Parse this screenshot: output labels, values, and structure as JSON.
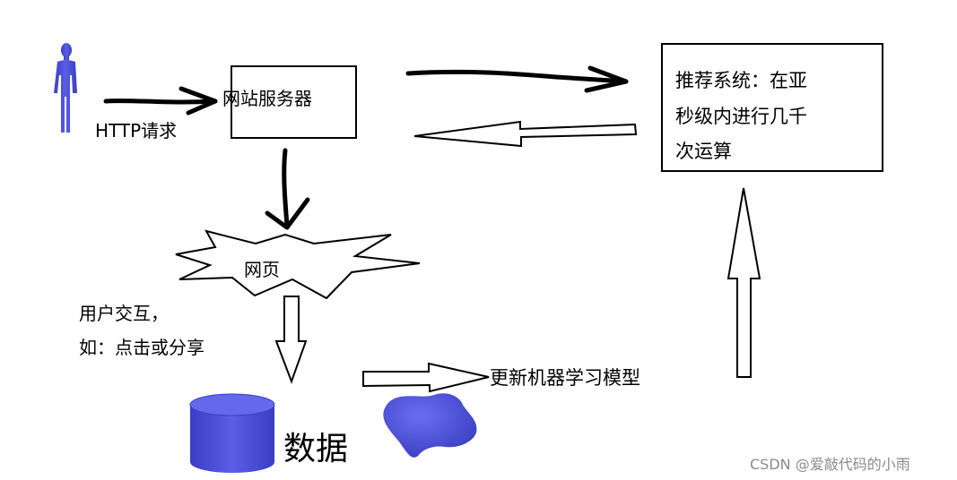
{
  "person": {
    "icon": "person-icon",
    "color": "#4b4fd6"
  },
  "http_label": "HTTP请求",
  "server": {
    "label": "网站服务器"
  },
  "recommender": {
    "lines": [
      "推荐系统：在亚",
      "秒级内进行几千",
      "次运算"
    ]
  },
  "webpage": {
    "label": "网页"
  },
  "interaction": {
    "lines": [
      "用户交互，",
      "如：点击或分享"
    ]
  },
  "data": {
    "label": "数据",
    "icon": "database-cylinder-icon",
    "color": "#4b4fd6"
  },
  "model": {
    "label": "更新机器学习模型",
    "icon": "blob-shape-icon",
    "color": "#4b4fd6"
  },
  "watermark": "CSDN @爱敲代码的小雨"
}
